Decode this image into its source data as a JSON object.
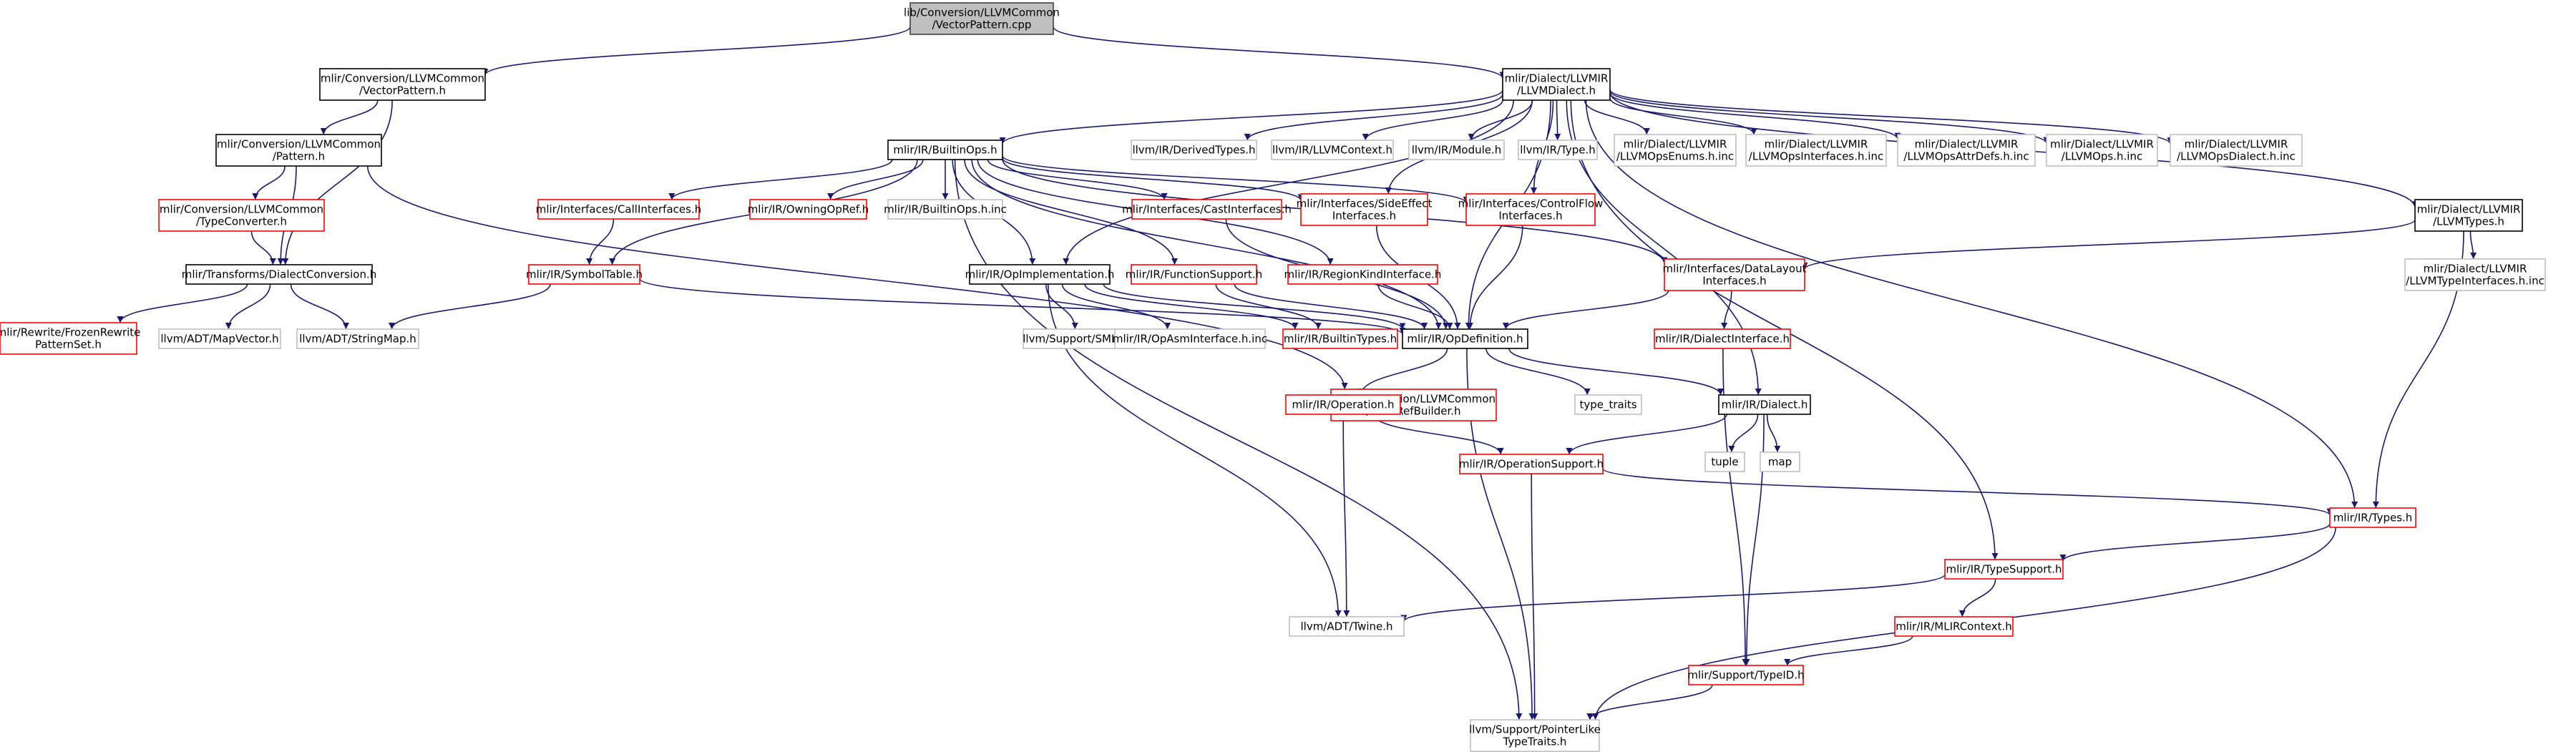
{
  "colors": {
    "edge": "#191970",
    "root_fill": "#bfbfbf",
    "root_border": "#404040",
    "documented_border": "#000000",
    "truncated_border": "#ff0000",
    "external_border": "#bfbfbf",
    "text": "#000000"
  },
  "nodes": [
    {
      "id": "n0",
      "kind": "root",
      "lines": [
        "lib/Conversion/LLVMCommon",
        "/VectorPattern.cpp"
      ]
    },
    {
      "id": "n1",
      "kind": "documented",
      "lines": [
        "mlir/Conversion/LLVMCommon",
        "/VectorPattern.h"
      ]
    },
    {
      "id": "n2",
      "kind": "documented",
      "lines": [
        "mlir/Dialect/LLVMIR",
        "/LLVMDialect.h"
      ]
    },
    {
      "id": "n3",
      "kind": "documented",
      "lines": [
        "mlir/Conversion/LLVMCommon",
        "/Pattern.h"
      ]
    },
    {
      "id": "n4",
      "kind": "documented",
      "lines": [
        "mlir/Transforms/DialectConversion.h"
      ]
    },
    {
      "id": "n5",
      "kind": "truncated",
      "lines": [
        "mlir/Conversion/LLVMCommon",
        "/TypeConverter.h"
      ]
    },
    {
      "id": "n6",
      "kind": "truncated",
      "lines": [
        "mlir/Conversion/LLVMCommon",
        "/MemRefBuilder.h"
      ]
    },
    {
      "id": "n7",
      "kind": "truncated",
      "lines": [
        "mlir/Rewrite/FrozenRewrite",
        "PatternSet.h"
      ]
    },
    {
      "id": "n8",
      "kind": "external",
      "lines": [
        "llvm/ADT/MapVector.h"
      ]
    },
    {
      "id": "n9",
      "kind": "external",
      "lines": [
        "llvm/ADT/StringMap.h"
      ]
    },
    {
      "id": "n10",
      "kind": "documented",
      "lines": [
        "mlir/IR/BuiltinOps.h"
      ]
    },
    {
      "id": "n11",
      "kind": "external",
      "lines": [
        "llvm/IR/DerivedTypes.h"
      ]
    },
    {
      "id": "n12",
      "kind": "external",
      "lines": [
        "llvm/IR/LLVMContext.h"
      ]
    },
    {
      "id": "n13",
      "kind": "external",
      "lines": [
        "llvm/IR/Module.h"
      ]
    },
    {
      "id": "n14",
      "kind": "external",
      "lines": [
        "llvm/IR/Type.h"
      ]
    },
    {
      "id": "n15",
      "kind": "external",
      "lines": [
        "mlir/Dialect/LLVMIR",
        "/LLVMOpsEnums.h.inc"
      ]
    },
    {
      "id": "n16",
      "kind": "external",
      "lines": [
        "mlir/Dialect/LLVMIR",
        "/LLVMOpsInterfaces.h.inc"
      ]
    },
    {
      "id": "n17",
      "kind": "external",
      "lines": [
        "mlir/Dialect/LLVMIR",
        "/LLVMOpsAttrDefs.h.inc"
      ]
    },
    {
      "id": "n18",
      "kind": "external",
      "lines": [
        "mlir/Dialect/LLVMIR",
        "/LLVMOps.h.inc"
      ]
    },
    {
      "id": "n19",
      "kind": "external",
      "lines": [
        "mlir/Dialect/LLVMIR",
        "/LLVMOpsDialect.h.inc"
      ]
    },
    {
      "id": "n20",
      "kind": "documented",
      "lines": [
        "mlir/Dialect/LLVMIR",
        "/LLVMTypes.h"
      ]
    },
    {
      "id": "n21",
      "kind": "external",
      "lines": [
        "mlir/Dialect/LLVMIR",
        "/LLVMTypeInterfaces.h.inc"
      ]
    },
    {
      "id": "n22",
      "kind": "truncated",
      "lines": [
        "mlir/Interfaces/CallInterfaces.h"
      ]
    },
    {
      "id": "n23",
      "kind": "truncated",
      "lines": [
        "mlir/IR/OwningOpRef.h"
      ]
    },
    {
      "id": "n24",
      "kind": "external",
      "lines": [
        "mlir/IR/BuiltinOps.h.inc"
      ]
    },
    {
      "id": "n25",
      "kind": "truncated",
      "lines": [
        "mlir/Interfaces/CastInterfaces.h"
      ]
    },
    {
      "id": "n26",
      "kind": "truncated",
      "lines": [
        "mlir/Interfaces/SideEffect",
        "Interfaces.h"
      ]
    },
    {
      "id": "n27",
      "kind": "truncated",
      "lines": [
        "mlir/Interfaces/ControlFlow",
        "Interfaces.h"
      ]
    },
    {
      "id": "n28",
      "kind": "truncated",
      "lines": [
        "mlir/IR/SymbolTable.h"
      ]
    },
    {
      "id": "n29",
      "kind": "documented",
      "lines": [
        "mlir/IR/OpImplementation.h"
      ]
    },
    {
      "id": "n30",
      "kind": "truncated",
      "lines": [
        "mlir/IR/FunctionSupport.h"
      ]
    },
    {
      "id": "n31",
      "kind": "truncated",
      "lines": [
        "mlir/IR/RegionKindInterface.h"
      ]
    },
    {
      "id": "n32",
      "kind": "truncated",
      "lines": [
        "mlir/Interfaces/DataLayout",
        "Interfaces.h"
      ]
    },
    {
      "id": "n33",
      "kind": "external",
      "lines": [
        "llvm/Support/SMLoc.h"
      ]
    },
    {
      "id": "n34",
      "kind": "external",
      "lines": [
        "mlir/IR/OpAsmInterface.h.inc"
      ]
    },
    {
      "id": "n35",
      "kind": "truncated",
      "lines": [
        "mlir/IR/BuiltinTypes.h"
      ]
    },
    {
      "id": "n36",
      "kind": "documented",
      "lines": [
        "mlir/IR/OpDefinition.h"
      ]
    },
    {
      "id": "n37",
      "kind": "truncated",
      "lines": [
        "mlir/IR/DialectInterface.h"
      ]
    },
    {
      "id": "n38",
      "kind": "truncated",
      "lines": [
        "mlir/IR/Operation.h"
      ]
    },
    {
      "id": "n39",
      "kind": "external",
      "lines": [
        "type_traits"
      ]
    },
    {
      "id": "n40",
      "kind": "documented",
      "lines": [
        "mlir/IR/Dialect.h"
      ]
    },
    {
      "id": "n41",
      "kind": "external",
      "lines": [
        "tuple"
      ]
    },
    {
      "id": "n42",
      "kind": "external",
      "lines": [
        "map"
      ]
    },
    {
      "id": "n43",
      "kind": "truncated",
      "lines": [
        "mlir/IR/OperationSupport.h"
      ]
    },
    {
      "id": "n44",
      "kind": "truncated",
      "lines": [
        "mlir/IR/Types.h"
      ]
    },
    {
      "id": "n45",
      "kind": "truncated",
      "lines": [
        "mlir/IR/TypeSupport.h"
      ]
    },
    {
      "id": "n46",
      "kind": "truncated",
      "lines": [
        "mlir/IR/MLIRContext.h"
      ]
    },
    {
      "id": "n47",
      "kind": "external",
      "lines": [
        "llvm/ADT/Twine.h"
      ]
    },
    {
      "id": "n48",
      "kind": "truncated",
      "lines": [
        "mlir/Support/TypeID.h"
      ]
    },
    {
      "id": "n49",
      "kind": "external",
      "lines": [
        "llvm/Support/PointerLike",
        "TypeTraits.h"
      ]
    }
  ],
  "edges": [
    [
      "n0",
      "n1"
    ],
    [
      "n0",
      "n2"
    ],
    [
      "n1",
      "n3"
    ],
    [
      "n1",
      "n4"
    ],
    [
      "n3",
      "n5"
    ],
    [
      "n3",
      "n4"
    ],
    [
      "n3",
      "n6"
    ],
    [
      "n5",
      "n4"
    ],
    [
      "n4",
      "n7"
    ],
    [
      "n4",
      "n8"
    ],
    [
      "n4",
      "n9"
    ],
    [
      "n2",
      "n10"
    ],
    [
      "n2",
      "n11"
    ],
    [
      "n2",
      "n12"
    ],
    [
      "n2",
      "n13"
    ],
    [
      "n2",
      "n14"
    ],
    [
      "n2",
      "n15"
    ],
    [
      "n2",
      "n16"
    ],
    [
      "n2",
      "n17"
    ],
    [
      "n2",
      "n18"
    ],
    [
      "n2",
      "n19"
    ],
    [
      "n2",
      "n20"
    ],
    [
      "n2",
      "n29"
    ],
    [
      "n2",
      "n36"
    ],
    [
      "n2",
      "n40"
    ],
    [
      "n2",
      "n44"
    ],
    [
      "n2",
      "n45"
    ],
    [
      "n2",
      "n26"
    ],
    [
      "n2",
      "n27"
    ],
    [
      "n10",
      "n22"
    ],
    [
      "n10",
      "n23"
    ],
    [
      "n10",
      "n24"
    ],
    [
      "n10",
      "n25"
    ],
    [
      "n10",
      "n26"
    ],
    [
      "n10",
      "n27"
    ],
    [
      "n10",
      "n28"
    ],
    [
      "n10",
      "n29"
    ],
    [
      "n10",
      "n30"
    ],
    [
      "n10",
      "n31"
    ],
    [
      "n10",
      "n32"
    ],
    [
      "n10",
      "n36"
    ],
    [
      "n10",
      "n49"
    ],
    [
      "n22",
      "n28"
    ],
    [
      "n28",
      "n9"
    ],
    [
      "n28",
      "n36"
    ],
    [
      "n25",
      "n36"
    ],
    [
      "n26",
      "n36"
    ],
    [
      "n27",
      "n36"
    ],
    [
      "n29",
      "n33"
    ],
    [
      "n29",
      "n34"
    ],
    [
      "n29",
      "n35"
    ],
    [
      "n29",
      "n36"
    ],
    [
      "n29",
      "n47"
    ],
    [
      "n30",
      "n35"
    ],
    [
      "n30",
      "n36"
    ],
    [
      "n31",
      "n36"
    ],
    [
      "n32",
      "n36"
    ],
    [
      "n32",
      "n37"
    ],
    [
      "n20",
      "n32"
    ],
    [
      "n20",
      "n21"
    ],
    [
      "n20",
      "n44"
    ],
    [
      "n36",
      "n38"
    ],
    [
      "n36",
      "n39"
    ],
    [
      "n36",
      "n40"
    ],
    [
      "n36",
      "n49"
    ],
    [
      "n37",
      "n48"
    ],
    [
      "n38",
      "n43"
    ],
    [
      "n38",
      "n47"
    ],
    [
      "n40",
      "n41"
    ],
    [
      "n40",
      "n42"
    ],
    [
      "n40",
      "n43"
    ],
    [
      "n40",
      "n48"
    ],
    [
      "n43",
      "n44"
    ],
    [
      "n43",
      "n49"
    ],
    [
      "n44",
      "n45"
    ],
    [
      "n44",
      "n49"
    ],
    [
      "n45",
      "n46"
    ],
    [
      "n45",
      "n47"
    ],
    [
      "n46",
      "n48"
    ],
    [
      "n48",
      "n49"
    ]
  ]
}
